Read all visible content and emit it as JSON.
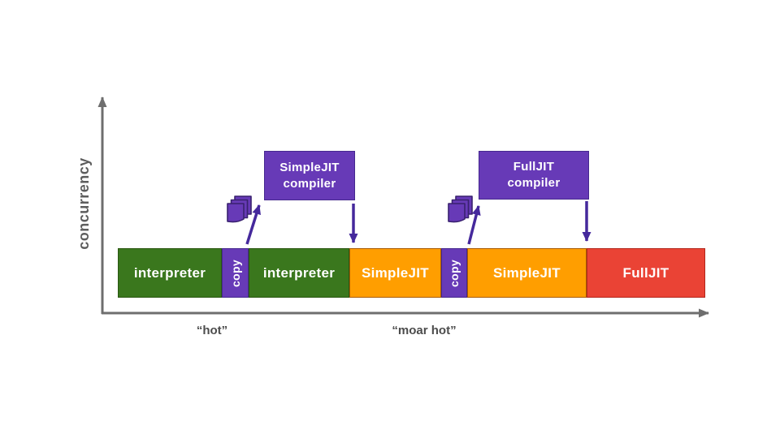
{
  "axes": {
    "y_label": "concurrency",
    "x_labels": [
      {
        "label": "“hot”"
      },
      {
        "label": "“moar hot”"
      }
    ]
  },
  "timeline": {
    "segments": [
      {
        "label": "interpreter",
        "color": "#3a771d"
      },
      {
        "label": "copy",
        "color": "#673ab7"
      },
      {
        "label": "interpreter",
        "color": "#3a771d"
      },
      {
        "label": "SimpleJIT",
        "color": "#ff9e00"
      },
      {
        "label": "copy",
        "color": "#673ab7"
      },
      {
        "label": "SimpleJIT",
        "color": "#ff9e00"
      },
      {
        "label": "FullJIT",
        "color": "#ea4335"
      }
    ]
  },
  "compiler_boxes": [
    {
      "line1": "SimpleJIT",
      "line2": "compiler"
    },
    {
      "line1": "FullJIT",
      "line2": "compiler"
    }
  ],
  "icons": {
    "copy_pages": "copy-pages-icon"
  },
  "colors": {
    "green": "#3a771d",
    "orange": "#ff9e00",
    "red": "#ea4335",
    "purple": "#673ab7",
    "arrow_purple": "#45299c",
    "axis_gray": "#6e6e6e",
    "label_gray": "#4c4c4c",
    "text_white": "#ffffff"
  }
}
